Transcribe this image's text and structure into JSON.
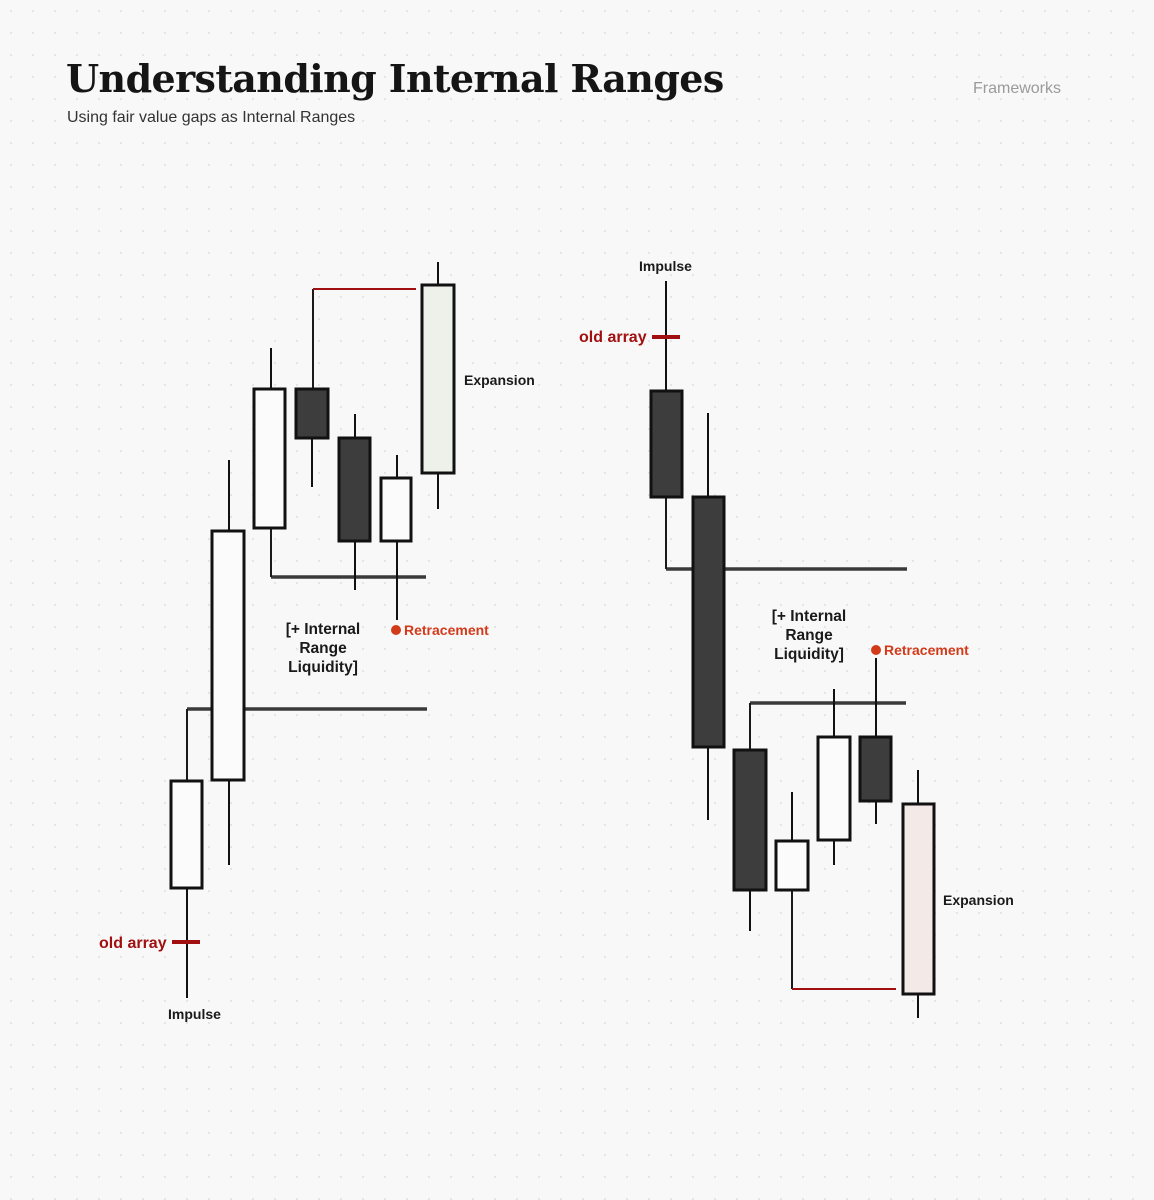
{
  "header": {
    "title": "Understanding Internal Ranges",
    "subtitle": "Using fair value gaps as Internal Ranges",
    "brand": "Frameworks"
  },
  "colors": {
    "bull_body": "#fbfbfb",
    "bear_body": "#3d3d3d",
    "expansion_bull": "#edf1ea",
    "expansion_bear": "#f3e9e7",
    "accent_red": "#a01010",
    "retracement": "#d23a1a",
    "level_line": "#3a3a3a"
  },
  "left_diagram": {
    "labels": {
      "expansion": "Expansion",
      "internal_range_line1": "[+ Internal",
      "internal_range_line2": "Range",
      "internal_range_line3": "Liquidity]",
      "retracement": "Retracement",
      "old_array": "old array",
      "impulse": "Impulse"
    }
  },
  "right_diagram": {
    "labels": {
      "impulse": "Impulse",
      "old_array": "old array",
      "internal_range_line1": "[+ Internal",
      "internal_range_line2": "Range",
      "internal_range_line3": "Liquidity]",
      "retracement": "Retracement",
      "expansion": "Expansion"
    }
  }
}
